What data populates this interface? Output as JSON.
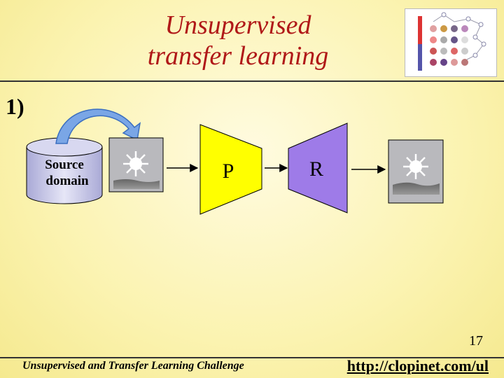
{
  "slide": {
    "title_line1": "Unsupervised",
    "title_line2": "transfer learning",
    "step": "1)",
    "page_number": "17",
    "footer_left": "Unsupervised and Transfer Learning Challenge",
    "footer_right": "http://clopinet.com/ul"
  },
  "diagram": {
    "source_label_line1": "Source",
    "source_label_line2": "domain",
    "p_label": "P",
    "r_label": "R",
    "colors": {
      "cylinder": "#c9c9e8",
      "image_box": "#b9b9bd",
      "p_block": "#ffff00",
      "r_block": "#9e7be8",
      "arrow": "#7aa6e6"
    }
  }
}
